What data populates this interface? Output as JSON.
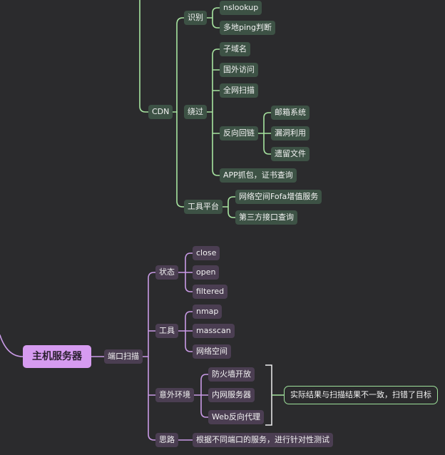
{
  "colors": {
    "background": "#2b2b2d",
    "green_branch": "#a7e4a0",
    "purple_branch": "#c99ae6",
    "green_node": "#3d5245",
    "purple_node": "#4b3e52",
    "root": "#d69bf0"
  },
  "cdn": {
    "label": "CDN",
    "identify": {
      "label": "识别",
      "children": [
        "nslookup",
        "多地ping判断"
      ]
    },
    "bypass": {
      "label": "绕过",
      "children": [
        "子域名",
        "国外访问",
        "全网扫描"
      ],
      "reverse": {
        "label": "反向回链",
        "children": [
          "邮箱系统",
          "漏洞利用",
          "遗留文件"
        ]
      },
      "app": "APP抓包，证书查询"
    },
    "tools": {
      "label": "工具平台",
      "children": [
        "网络空间Fofa增值服务",
        "第三方接口查询"
      ]
    }
  },
  "host": {
    "root": "主机服务器",
    "scan": "端口扫描",
    "status": {
      "label": "状态",
      "children": [
        "close",
        "open",
        "filtered"
      ]
    },
    "tools": {
      "label": "工具",
      "children": [
        "nmap",
        "masscan",
        "网络空间"
      ]
    },
    "env": {
      "label": "意外环境",
      "children": [
        "防火墙开放",
        "内网服务器",
        "Web反向代理"
      ]
    },
    "idea": {
      "label": "思路",
      "child": "根据不同端口的服务，进行针对性测试"
    },
    "summary": "实际结果与扫描结果不一致，扫错了目标"
  }
}
